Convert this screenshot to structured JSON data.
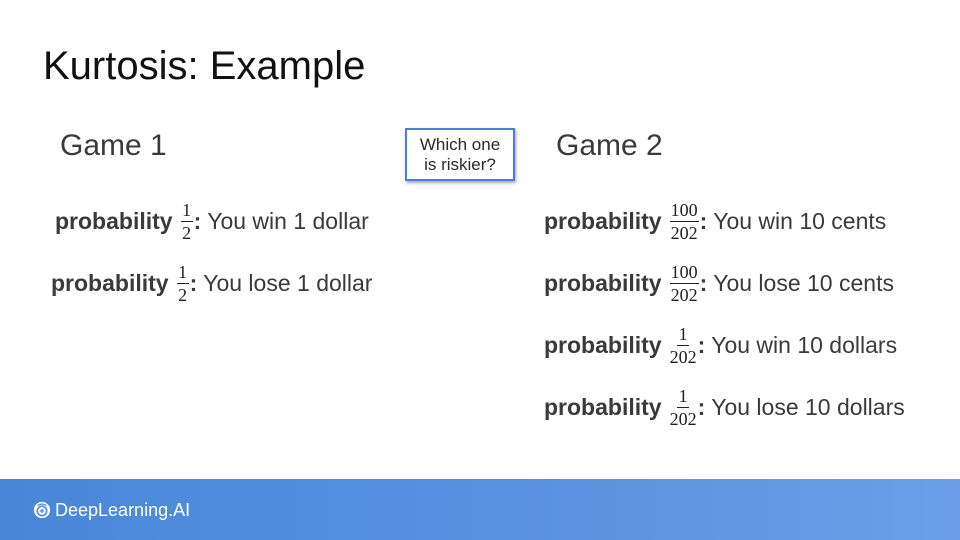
{
  "slide": {
    "title": "Kurtosis: Example",
    "question": {
      "line1": "Which one",
      "line2": "is riskier?"
    }
  },
  "game1": {
    "heading": "Game 1",
    "rows": [
      {
        "label": "probability",
        "num": "1",
        "den": "2",
        "colon": ":",
        "outcome": "You win 1 dollar"
      },
      {
        "label": "probability",
        "num": "1",
        "den": "2",
        "colon": ":",
        "outcome": "You lose 1 dollar"
      }
    ]
  },
  "game2": {
    "heading": "Game 2",
    "rows": [
      {
        "label": "probability",
        "num": "100",
        "den": "202",
        "colon": ":",
        "outcome": "You win 10 cents"
      },
      {
        "label": "probability",
        "num": "100",
        "den": "202",
        "colon": ":",
        "outcome": "You lose 10 cents"
      },
      {
        "label": "probability",
        "num": "1",
        "den": "202",
        "colon": ":",
        "outcome": "You win 10 dollars"
      },
      {
        "label": "probability",
        "num": "1",
        "den": "202",
        "colon": ":",
        "outcome": "You lose 10 dollars"
      }
    ]
  },
  "footer": {
    "brand": "DeepLearning.AI",
    "logo_icon": "deeplearning-logo-icon",
    "color_start": "#4a86d8",
    "color_end": "#6a9fe8"
  },
  "colors": {
    "question_border": "#4a7fd4",
    "text": "#3a3a3a"
  }
}
